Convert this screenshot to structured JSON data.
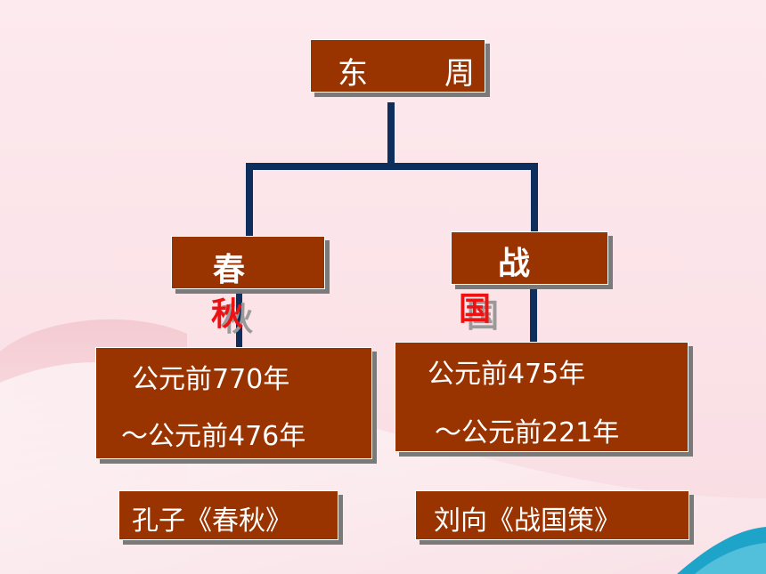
{
  "top": {
    "title": "东　　周"
  },
  "left": {
    "title": "春",
    "subtitle": "秋",
    "range_start": "公元前770年",
    "range_end": "～公元前476年",
    "book": "孔子《春秋》"
  },
  "right": {
    "title": "战",
    "subtitle": "国",
    "range_start": "公元前475年",
    "range_end": "～公元前221年",
    "book": "刘向《战国策》"
  },
  "colors": {
    "box": "#993300",
    "line": "#0e2f5e",
    "accent": "#ee1111",
    "background": "#fdeaee"
  }
}
